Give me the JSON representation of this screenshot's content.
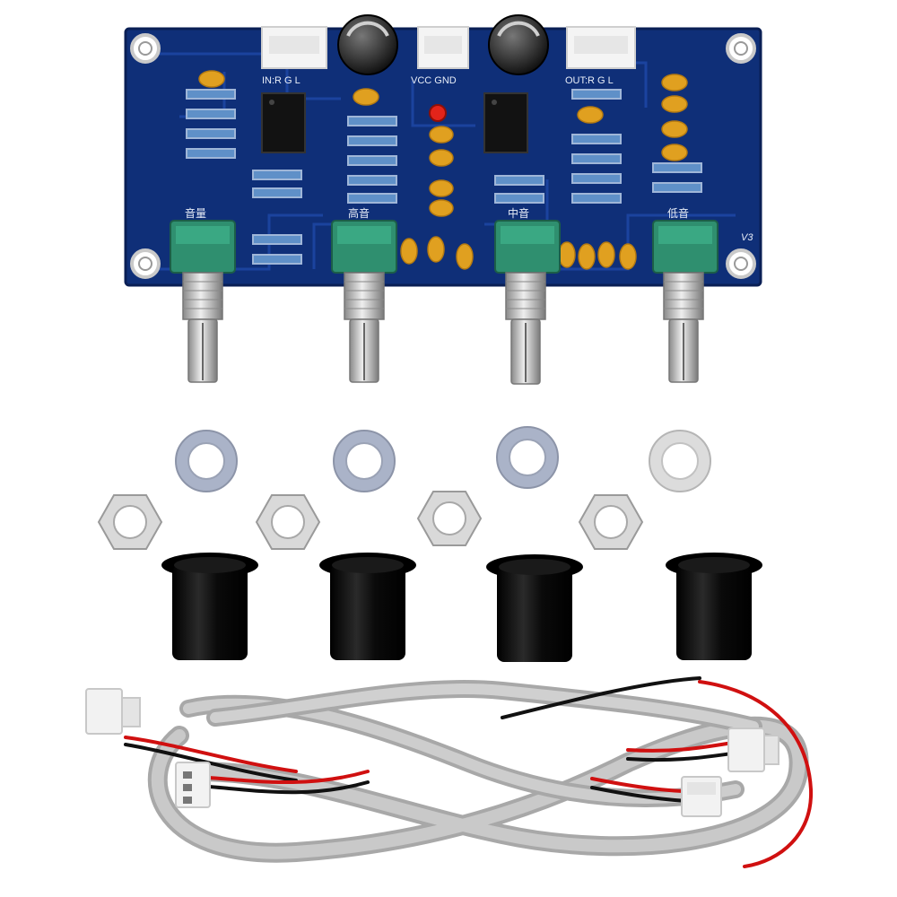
{
  "product": {
    "board": {
      "version_mark": "V3",
      "connectors": {
        "input": "IN:R  G  L",
        "power": "VCC GND",
        "output": "OUT:R  G  L"
      },
      "knob_labels": [
        "音量",
        "高音",
        "中音",
        "低音"
      ]
    },
    "accessories": {
      "washers": 4,
      "hex_nuts": 4,
      "knob_caps": 4,
      "cable_harness": 1
    }
  },
  "colors": {
    "pcb": "#0f2f78",
    "pot_body": "#2f8f6f",
    "capacitor": "#e0a020",
    "knob_cap": "#0a0a0a",
    "cable_sheath": "#b9b9b9",
    "wire_red": "#d01010",
    "wire_black": "#111111"
  }
}
